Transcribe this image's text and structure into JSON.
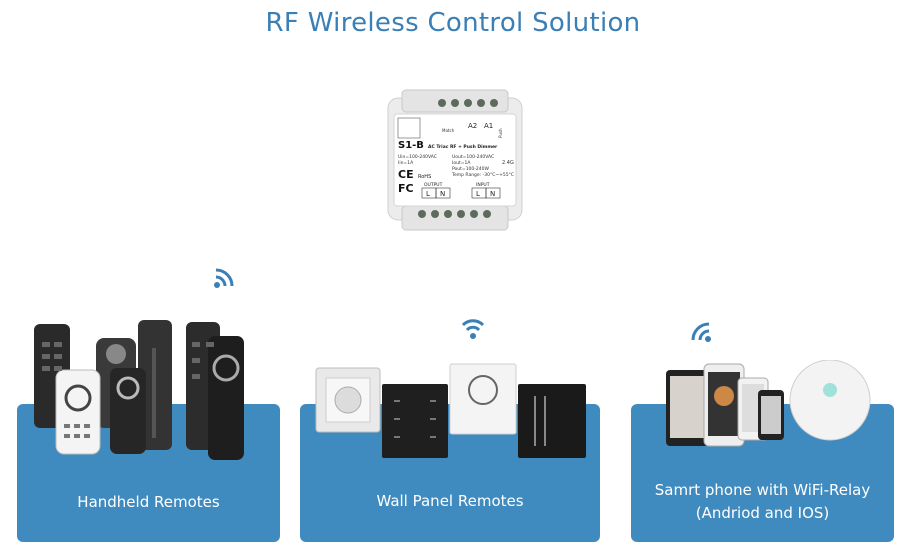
{
  "title": "RF Wireless Control Solution",
  "dimmer": {
    "model": "S1-B",
    "subtitle": "AC Triac RF + Push Dimmer",
    "spec_left_1": "Uin=100-240VAC",
    "spec_left_2": "Iin=1A",
    "spec_right_1": "Uout=100-240VAC",
    "spec_right_2": "Iout=1A",
    "spec_right_3": "Pout=100-240W",
    "spec_right_4": "Temp Range: -30°C~+55°C",
    "freq": "2.4G",
    "terminal_a2": "A2",
    "terminal_a1": "A1",
    "match_label": "Match",
    "push_label": "Push",
    "output_label": "OUTPUT",
    "input_label": "INPUT",
    "terminal_l": "L",
    "terminal_n": "N",
    "ce": "CE",
    "rohs": "RoHS",
    "fc": "FC"
  },
  "panels": [
    {
      "label": "Handheld Remotes"
    },
    {
      "label": "Wall Panel Remotes"
    },
    {
      "label_line1": "Samrt phone with WiFi-Relay",
      "label_line2": "(Andriod and IOS)"
    }
  ],
  "colors": {
    "accent": "#3a7fb5",
    "panel": "#3f8bbf"
  },
  "icons": [
    "wifi-icon"
  ]
}
